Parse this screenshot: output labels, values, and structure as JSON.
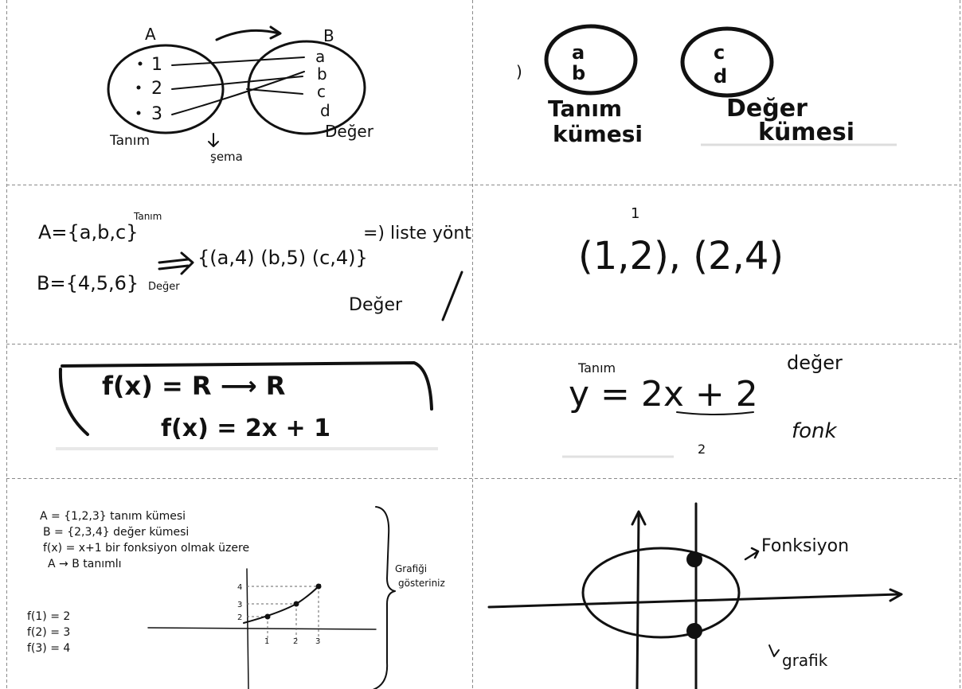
{
  "cells": {
    "c1": {
      "set_a": "A",
      "set_b": "B",
      "a_items": [
        "1",
        "2",
        "3"
      ],
      "b_items": [
        "a",
        "b",
        "c",
        "d"
      ],
      "domain_label": "Tanım",
      "range_label": "Değer",
      "diagram_label": "şema"
    },
    "c2": {
      "left_items": [
        "a",
        "b"
      ],
      "right_items": [
        "c",
        "d"
      ],
      "left_label_1": "Tanım",
      "left_label_2": "kümesi",
      "right_label_1": "Değer",
      "right_label_2": "kümesi"
    },
    "c3": {
      "line_a": "A={a,b,c}",
      "tag_a": "Tanım",
      "line_b": "B={4,5,6}",
      "tag_b": "Değer",
      "pairs": "{(a,4) (b,5) (c,4)}",
      "arrow_text": "=) liste yöntemi",
      "bottom_text": "Değer"
    },
    "c4": {
      "mark": "1",
      "pairs": "(1,2), (2,4)"
    },
    "c5": {
      "line_1": "f(x) = R ⟶ R",
      "line_2": "f(x) = 2x + 1"
    },
    "c6": {
      "tag_top": "Tanım",
      "tag_right": "değer",
      "equation": "y = 2x + 2",
      "word": "fonk",
      "small": "2"
    },
    "c7": {
      "lines": [
        "A = {1,2,3} tanım kümesi",
        "B = {2,3,4} değer kümesi",
        "f(x) = x+1 bir fonksiyon olmak üzere",
        "A → B tanımlı"
      ],
      "values": [
        "f(1) = 2",
        "f(2) = 3",
        "f(3) = 4"
      ],
      "side_note_1": "Grafiği",
      "side_note_2": "gösteriniz",
      "y_ticks": [
        "4",
        "3",
        "2"
      ],
      "x_ticks": [
        "1",
        "2",
        "3"
      ]
    },
    "c8": {
      "label_top": "Fonksiyon",
      "label_bottom": "grafik"
    }
  }
}
